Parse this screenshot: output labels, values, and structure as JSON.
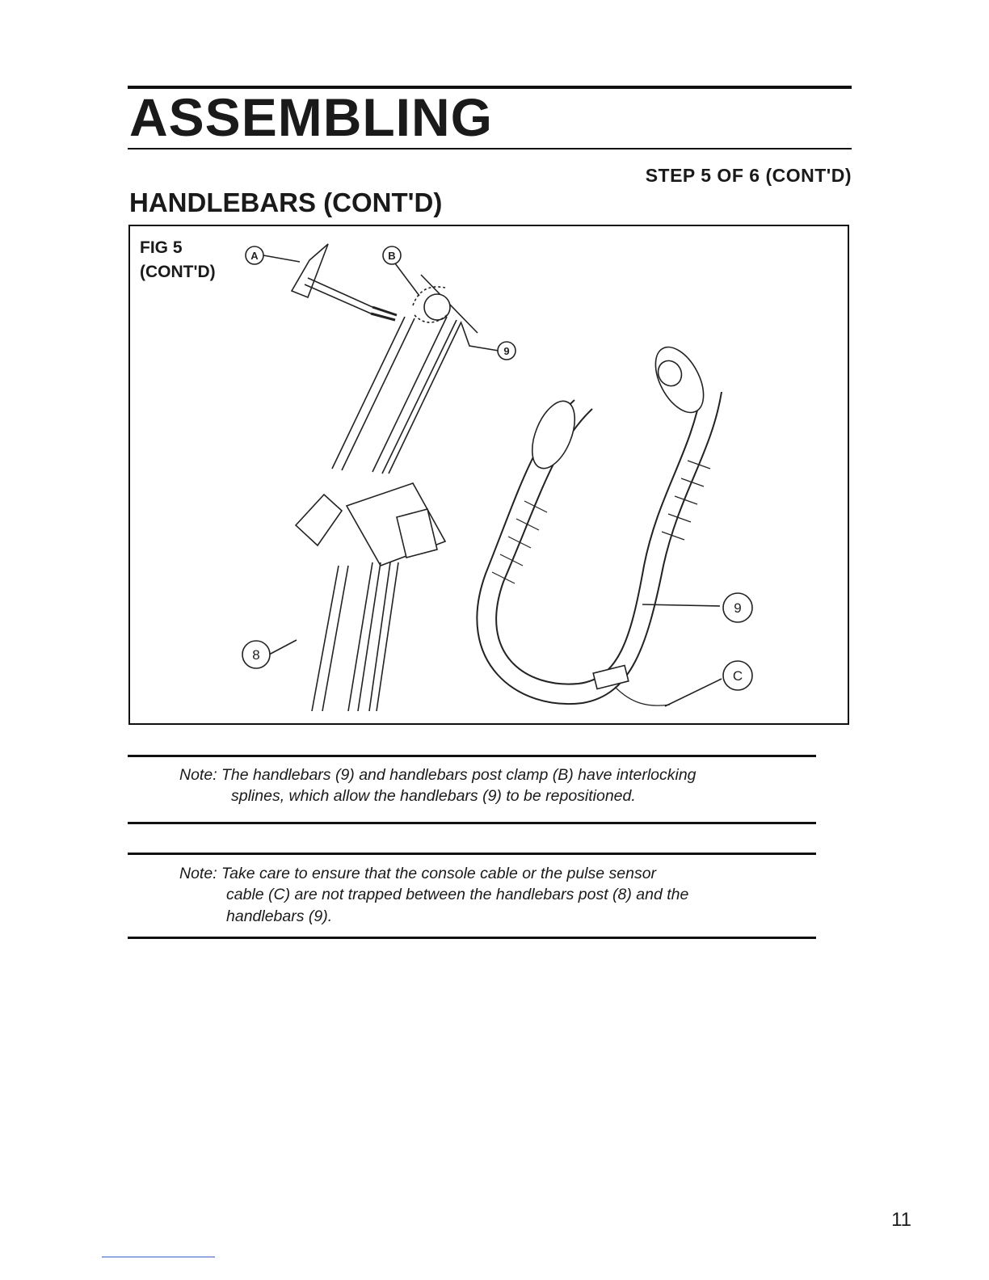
{
  "header": {
    "title": "ASSEMBLING",
    "step": "STEP 5 OF 6 (CONT'D)",
    "section": "HANDLEBARS (CONT'D)"
  },
  "figure": {
    "label_line1": "FIG 5",
    "label_line2": "(CONT'D)",
    "callouts": {
      "a": "A",
      "b": "B",
      "nine_top": "9",
      "nine_bar": "9",
      "c": "C",
      "eight": "8"
    }
  },
  "notes": {
    "note1_line1": "Note: The handlebars (9) and handlebars post clamp (B) have interlocking",
    "note1_line2": "splines, which allow the handlebars (9) to be repositioned.",
    "note2_line1": "Note: Take care to ensure that the console  cable or the pulse sensor",
    "note2_line2": "cable (C) are not trapped between the handlebars post (8) and the",
    "note2_line3": "handlebars (9)."
  },
  "page": {
    "number": "11"
  }
}
